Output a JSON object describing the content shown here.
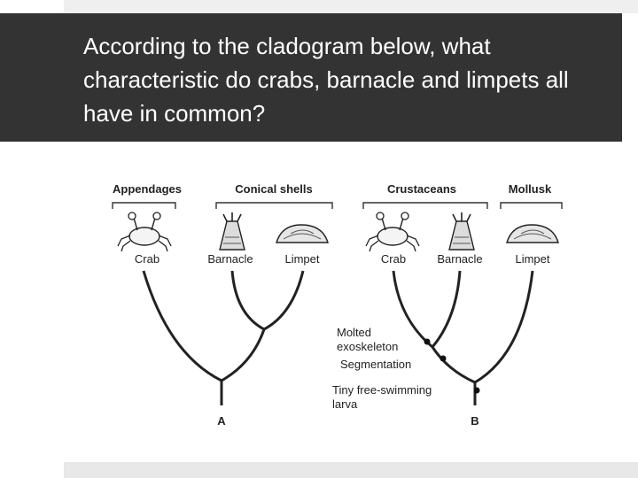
{
  "slide": {
    "question": "According to the cladogram below, what characteristic do crabs, barnacle and limpets all have in common?"
  },
  "cladogram_a": {
    "groups": [
      "Appendages",
      "Conical shells"
    ],
    "taxa": [
      "Crab",
      "Barnacle",
      "Limpet"
    ],
    "root_label": "A"
  },
  "cladogram_b": {
    "groups": [
      "Crustaceans",
      "Mollusk"
    ],
    "taxa": [
      "Crab",
      "Barnacle",
      "Limpet"
    ],
    "traits": [
      "Molted",
      "exoskeleton",
      "Segmentation",
      "Tiny free-swimming",
      "larva"
    ],
    "root_label": "B"
  }
}
